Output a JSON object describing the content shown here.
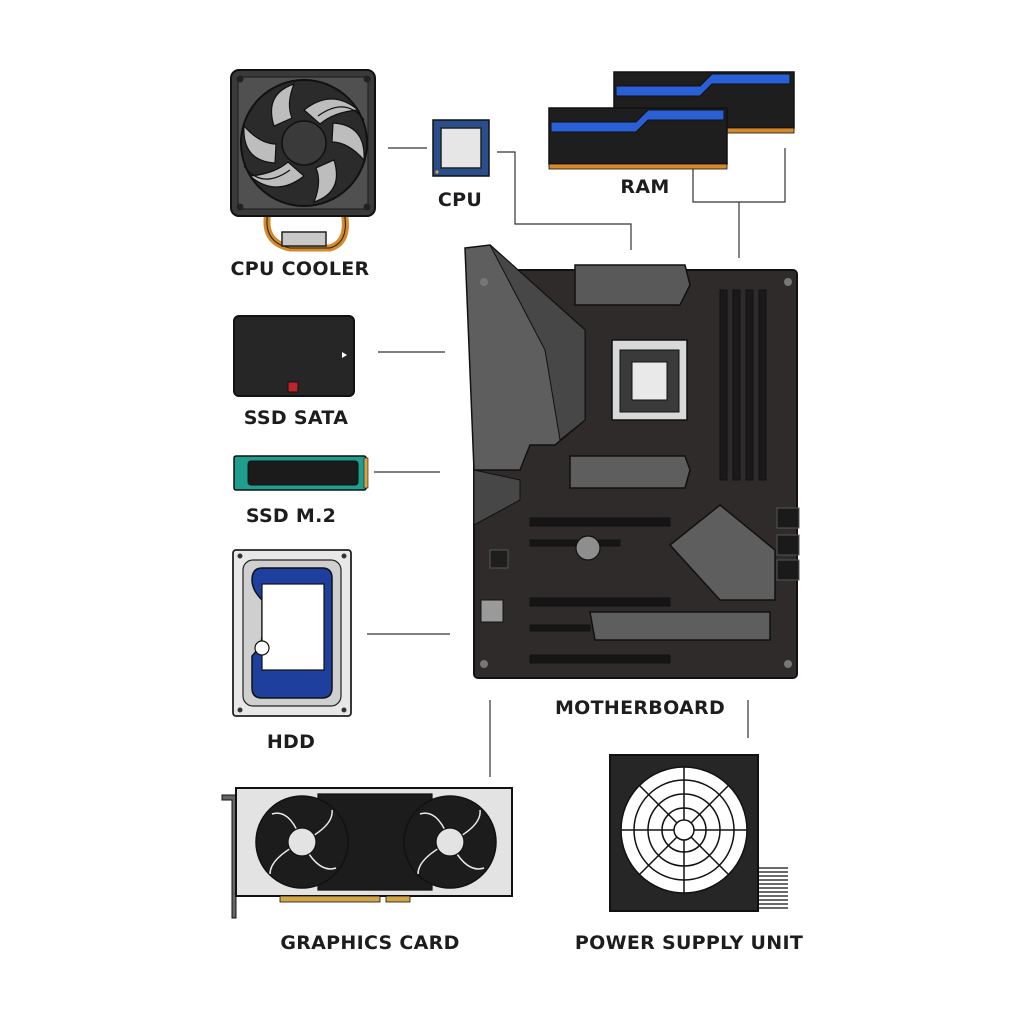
{
  "labels": {
    "cpu_cooler": "CPU COOLER",
    "cpu": "CPU",
    "ram": "RAM",
    "ssd_sata": "SSD SATA",
    "ssd_m2": "SSD M.2",
    "hdd": "HDD",
    "motherboard": "MOTHERBOARD",
    "graphics_card": "GRAPHICS CARD",
    "psu": "POWER SUPPLY UNIT"
  },
  "colors": {
    "background": "#ffffff",
    "board": "#2f2b2b",
    "heatsink": "#5e5e5e",
    "heatsink_dark": "#464646",
    "ram_accent": "#2a5fd6",
    "heatpipe": "#d48a2a",
    "ssd_m2_pcb": "#1f9e8e",
    "hdd_accent": "#1e3f9e",
    "cpu_pcb": "#2a4e8c",
    "ssd_led": "#c0242a",
    "gpu_connector": "#d4a64a",
    "line": "#333333",
    "label": "#1d1d1d"
  }
}
